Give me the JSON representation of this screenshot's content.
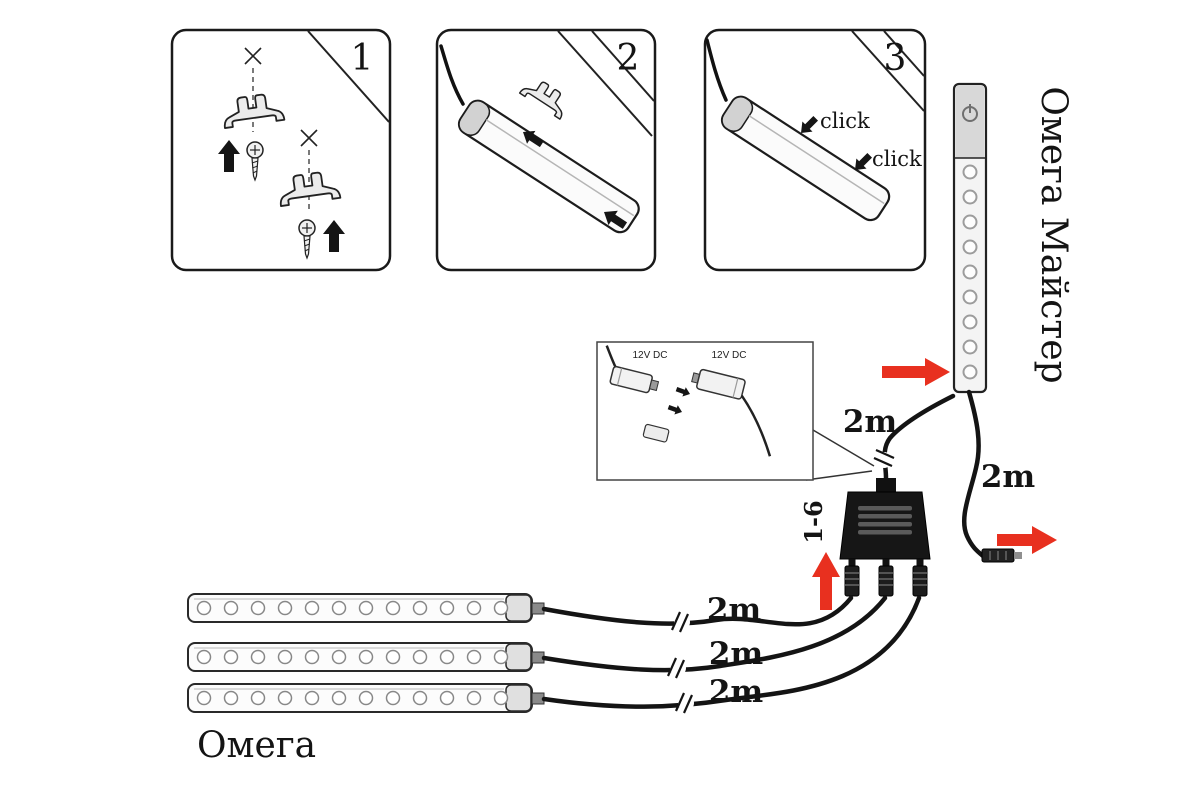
{
  "diagram": {
    "product_label": "Омега",
    "master_label": "Омега Майстер",
    "splitter_label": "1-6",
    "steps": [
      {
        "number": "1"
      },
      {
        "number": "2"
      },
      {
        "number": "3"
      }
    ],
    "click_labels": [
      "click",
      "click"
    ],
    "inset": {
      "left_connector_label": "12V DC",
      "right_connector_label": "12V DC"
    },
    "cable_lengths": {
      "master_input": "2m",
      "master_output": "2m",
      "strip1": "2m",
      "strip2": "2m",
      "strip3": "2m"
    },
    "colors": {
      "arrow_red": "#e8301f",
      "line_black": "#141414"
    }
  }
}
